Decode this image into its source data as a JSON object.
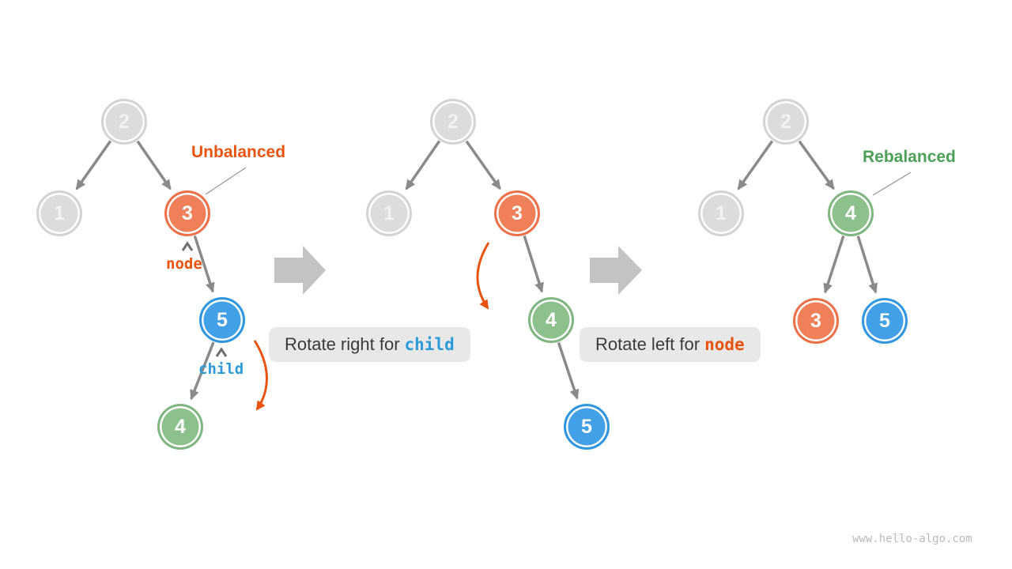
{
  "diagram": {
    "title_semantics": "AVL tree right-left rotation steps",
    "trees": [
      {
        "id": "unbalanced-tree",
        "nodes": [
          {
            "value": "2",
            "color": "gray"
          },
          {
            "value": "1",
            "color": "gray"
          },
          {
            "value": "3",
            "color": "orange"
          },
          {
            "value": "5",
            "color": "blue"
          },
          {
            "value": "4",
            "color": "green"
          }
        ]
      },
      {
        "id": "intermediate-tree",
        "nodes": [
          {
            "value": "2",
            "color": "gray"
          },
          {
            "value": "1",
            "color": "gray"
          },
          {
            "value": "3",
            "color": "orange"
          },
          {
            "value": "4",
            "color": "green"
          },
          {
            "value": "5",
            "color": "blue"
          }
        ]
      },
      {
        "id": "rebalanced-tree",
        "nodes": [
          {
            "value": "2",
            "color": "gray"
          },
          {
            "value": "1",
            "color": "gray"
          },
          {
            "value": "4",
            "color": "green"
          },
          {
            "value": "3",
            "color": "orange"
          },
          {
            "value": "5",
            "color": "blue"
          }
        ]
      }
    ],
    "annotations": {
      "unbalanced": "Unbalanced",
      "rebalanced": "Rebalanced",
      "node_pointer": "node",
      "child_pointer": "child"
    },
    "captions": {
      "rotate_right": {
        "text": "Rotate right for",
        "keyword": "child"
      },
      "rotate_left": {
        "text": "Rotate left for",
        "keyword": "node"
      }
    },
    "colors": {
      "node_orange": "#f0805a",
      "node_blue": "#41a0e6",
      "node_green": "#8cc08d",
      "node_gray": "#dcdcdc",
      "accent_orange": "#e8530e",
      "accent_blue": "#2d9bd8",
      "accent_green": "#4ca057",
      "edge_gray": "#8a8a8a",
      "big_arrow_gray": "#c3c3c3"
    },
    "watermark": "www.hello-algo.com"
  }
}
